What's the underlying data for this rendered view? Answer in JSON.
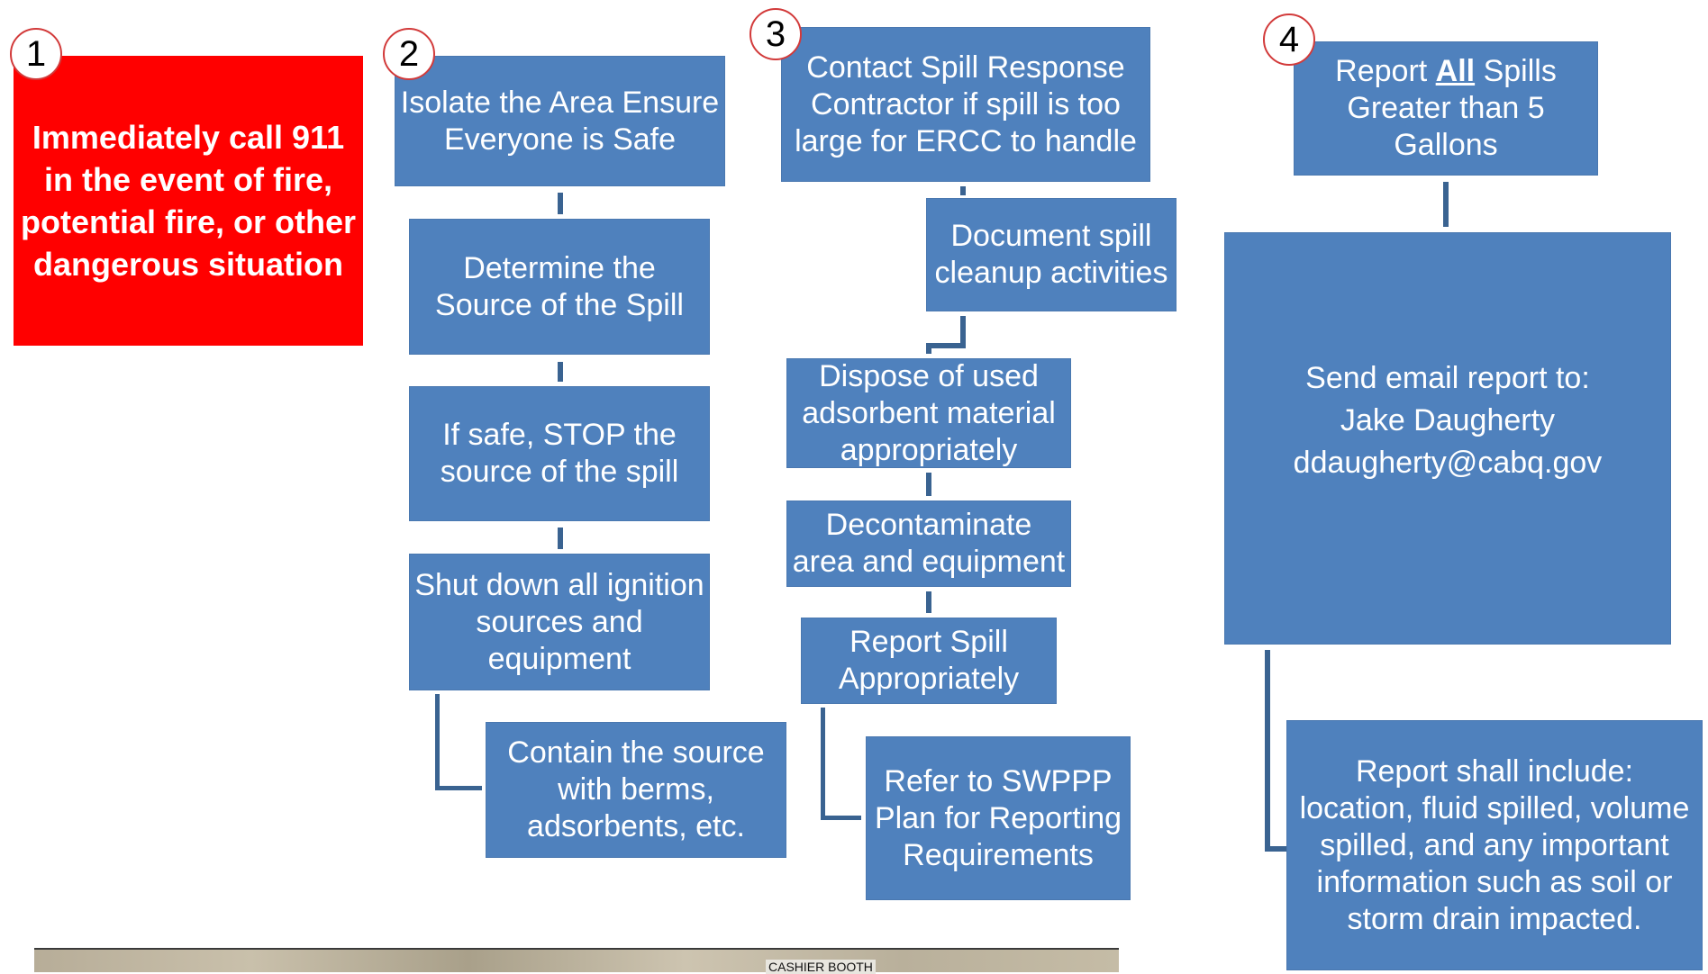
{
  "badges": [
    "1",
    "2",
    "3",
    "4"
  ],
  "step1": {
    "text": "Immediately call 911 in the event of fire, potential fire, or other dangerous situation"
  },
  "step2": {
    "isolate": "Isolate the Area Ensure Everyone is Safe",
    "determine": "Determine the Source of the Spill",
    "stop": "If safe, STOP the source of the spill",
    "shutdown": "Shut down all ignition sources and equipment",
    "contain": "Contain the source with berms, adsorbents, etc."
  },
  "step3": {
    "contact": "Contact Spill Response Contractor if spill is too large for ERCC to handle",
    "document": "Document spill cleanup activities",
    "dispose": "Dispose of used adsorbent material appropriately",
    "decontaminate": "Decontaminate area and equipment",
    "report": "Report Spill Appropriately",
    "swppp": "Refer to SWPPP Plan for Reporting Requirements"
  },
  "step4": {
    "report_pre": "Report ",
    "report_all": "All",
    "report_post": " Spills Greater than 5 Gallons",
    "email_line1": "Send email report to:",
    "email_line2": "Jake Daugherty",
    "email_line3": "ddaugherty@cabq.gov",
    "include": "Report shall include: location, fluid spilled, volume spilled, and any important information such as soil or storm drain impacted."
  },
  "map": {
    "label": "CASHIER BOOTH"
  },
  "colors": {
    "box": "#4f81bd",
    "connector": "#3a6391",
    "alert": "#ff0000",
    "badge_border": "#d23a3a"
  }
}
